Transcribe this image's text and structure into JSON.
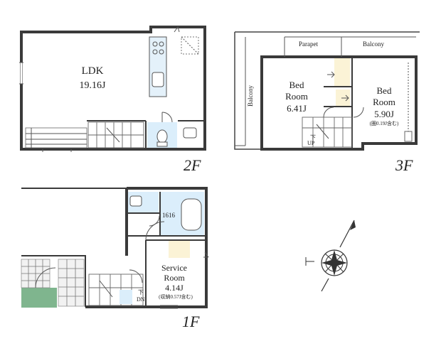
{
  "floors": {
    "second": {
      "label": "2F",
      "ldk_name": "LDK",
      "ldk_size": "19.16J"
    },
    "third": {
      "label": "3F",
      "bed1_name_line1": "Bed",
      "bed1_name_line2": "Room",
      "bed1_size": "6.41J",
      "bed2_name_line1": "Bed",
      "bed2_name_line2": "Room",
      "bed2_size": "5.90J",
      "bed2_note": "(圏0.19J含む)",
      "parapet": "Parapet",
      "balcony_top": "Balcony",
      "balcony_side": "Balcony",
      "stair_up": "UP",
      "stair_kanji": "下"
    },
    "first": {
      "label": "1F",
      "service_line1": "Service",
      "service_line2": "Room",
      "service_size": "4.14J",
      "service_note": "(収納0.57J含む)",
      "bath_size": "1616",
      "stair_dn": "DN",
      "stair_kanji": "下"
    }
  },
  "colors": {
    "wall": "#3a3a3a",
    "wet_area": "#dbeefb",
    "storage": "#fbf3d6",
    "green_floor": "#7fb58e"
  },
  "icons": [
    "compass-icon",
    "kitchen-sink-icon",
    "stove-icon",
    "toilet-icon",
    "bathtub-icon",
    "washbasin-icon"
  ]
}
